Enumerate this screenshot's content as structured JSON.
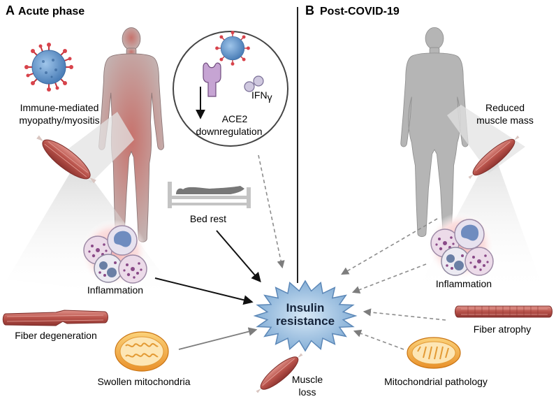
{
  "panel_a": {
    "letter": "A",
    "title": "Acute phase"
  },
  "panel_b": {
    "letter": "B",
    "title": "Post-COVID-19"
  },
  "center": {
    "line1": "Insulin",
    "line2": "resistance"
  },
  "inset": {
    "receptor_line1": "ACE2",
    "receptor_line2": "downregulation",
    "cytokine_base": "IFN",
    "cytokine_sub": "γ"
  },
  "left_labels": {
    "myopathy_line1": "Immune-mediated",
    "myopathy_line2": "myopathy/myositis",
    "bed_rest": "Bed rest",
    "inflammation": "Inflammation",
    "fiber": "Fiber degeneration",
    "mito": "Swollen mitochondria",
    "muscle_line1": "Muscle",
    "muscle_line2": "loss"
  },
  "right_labels": {
    "reduced_line1": "Reduced",
    "reduced_line2": "muscle mass",
    "inflammation": "Inflammation",
    "fiber": "Fiber atrophy",
    "mito": "Mitochondrial pathology"
  },
  "colors": {
    "body_acute": "#c98e8c",
    "body_post": "#b3b3b3",
    "muscle": "#b9504a",
    "star": "#8fb8de",
    "mito": "#f2a93b",
    "arrow_dashed": "#8c8c8c"
  }
}
